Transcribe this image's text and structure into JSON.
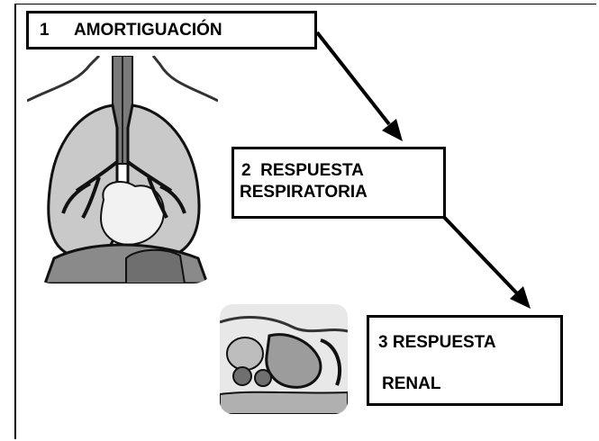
{
  "steps": [
    {
      "number": "1",
      "label": "AMORTIGUACIÓN"
    },
    {
      "number": "2",
      "label_line1": "RESPUESTA",
      "label_line2": "RESPIRATORIA"
    },
    {
      "number": "3",
      "label_line1": "RESPUESTA",
      "label_line2": "RENAL"
    }
  ],
  "illustrations": {
    "lungs": "lungs-illustration",
    "kidney": "abdomen-kidney-illustration"
  },
  "colors": {
    "ink": "#000000",
    "tissue": "#c9c9c9",
    "tissue_dark": "#8a8a8a",
    "heart": "#f2f2f2"
  }
}
